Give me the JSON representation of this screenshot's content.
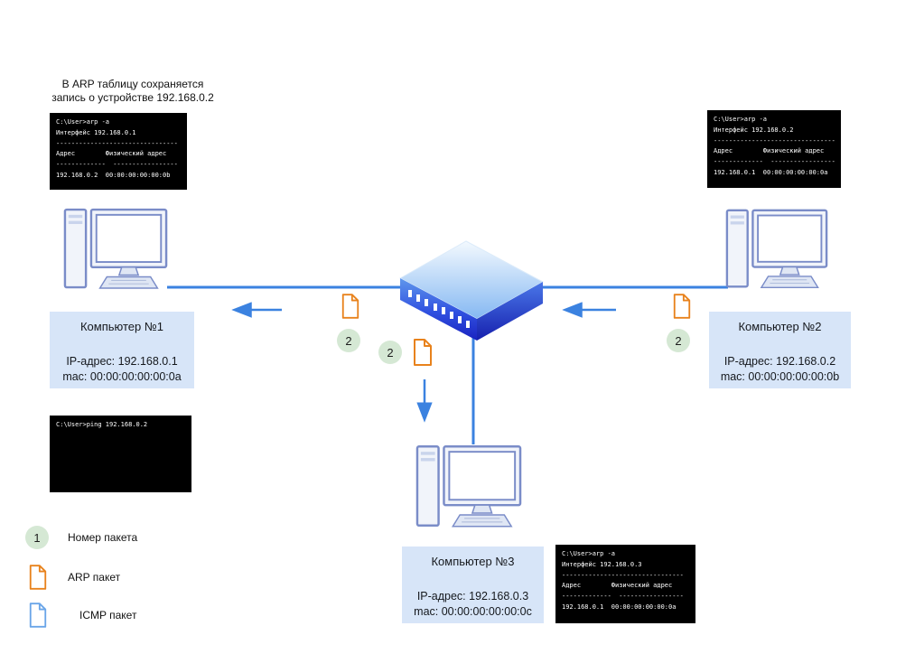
{
  "annotation": {
    "line1": "В ARP таблицу сохраняется",
    "line2": "запись о устройстве 192.168.0.2"
  },
  "terminals": {
    "pc1_arp": {
      "lines": [
        "C:\\User>arp -a",
        "Интерфейс 192.168.0.1",
        "--------------------------------",
        "Адрес        Физический адрес",
        "-------------  -----------------",
        "192.168.0.2  00:00:00:00:00:0b"
      ]
    },
    "pc2_arp": {
      "lines": [
        "C:\\User>arp -a",
        "Интерфейс 192.168.0.2",
        "--------------------------------",
        "Адрес        Физический адрес",
        "-------------  -----------------",
        "192.168.0.1  00:00:00:00:00:0a"
      ]
    },
    "pc1_ping": {
      "lines": [
        "C:\\User>ping 192.168.0.2"
      ]
    },
    "pc3_arp": {
      "lines": [
        "C:\\User>arp -a",
        "Интерфейс 192.168.0.3",
        "--------------------------------",
        "Адрес        Физический адрес",
        "-------------  -----------------",
        "192.168.0.1  00:00:00:00:00:0a"
      ]
    }
  },
  "cards": {
    "pc1": {
      "title": "Компьютер №1",
      "ip": "IP-адрес: 192.168.0.1",
      "mac": "mac: 00:00:00:00:00:0a"
    },
    "pc2": {
      "title": "Компьютер №2",
      "ip": "IP-адрес: 192.168.0.2",
      "mac": "mac: 00:00:00:00:00:0b"
    },
    "pc3": {
      "title": "Компьютер №3",
      "ip": "IP-адрес: 192.168.0.3",
      "mac": "mac: 00:00:00:00:00:0c"
    }
  },
  "packets": {
    "number": "2"
  },
  "legend": {
    "number_badge": "1",
    "items": [
      {
        "label": "Номер пакета"
      },
      {
        "label": "ARP пакет"
      },
      {
        "label": "ICMP пакет"
      }
    ]
  },
  "colors": {
    "link": "#3b82e0",
    "card_bg": "#d7e5f8",
    "arp_packet_stroke": "#e8821c",
    "icmp_packet_stroke": "#6aa5e8",
    "badge_bg": "#d5e8d4",
    "terminal_bg": "#000000",
    "terminal_text": "#ffffff",
    "computer_stroke": "#7a8cc8"
  }
}
